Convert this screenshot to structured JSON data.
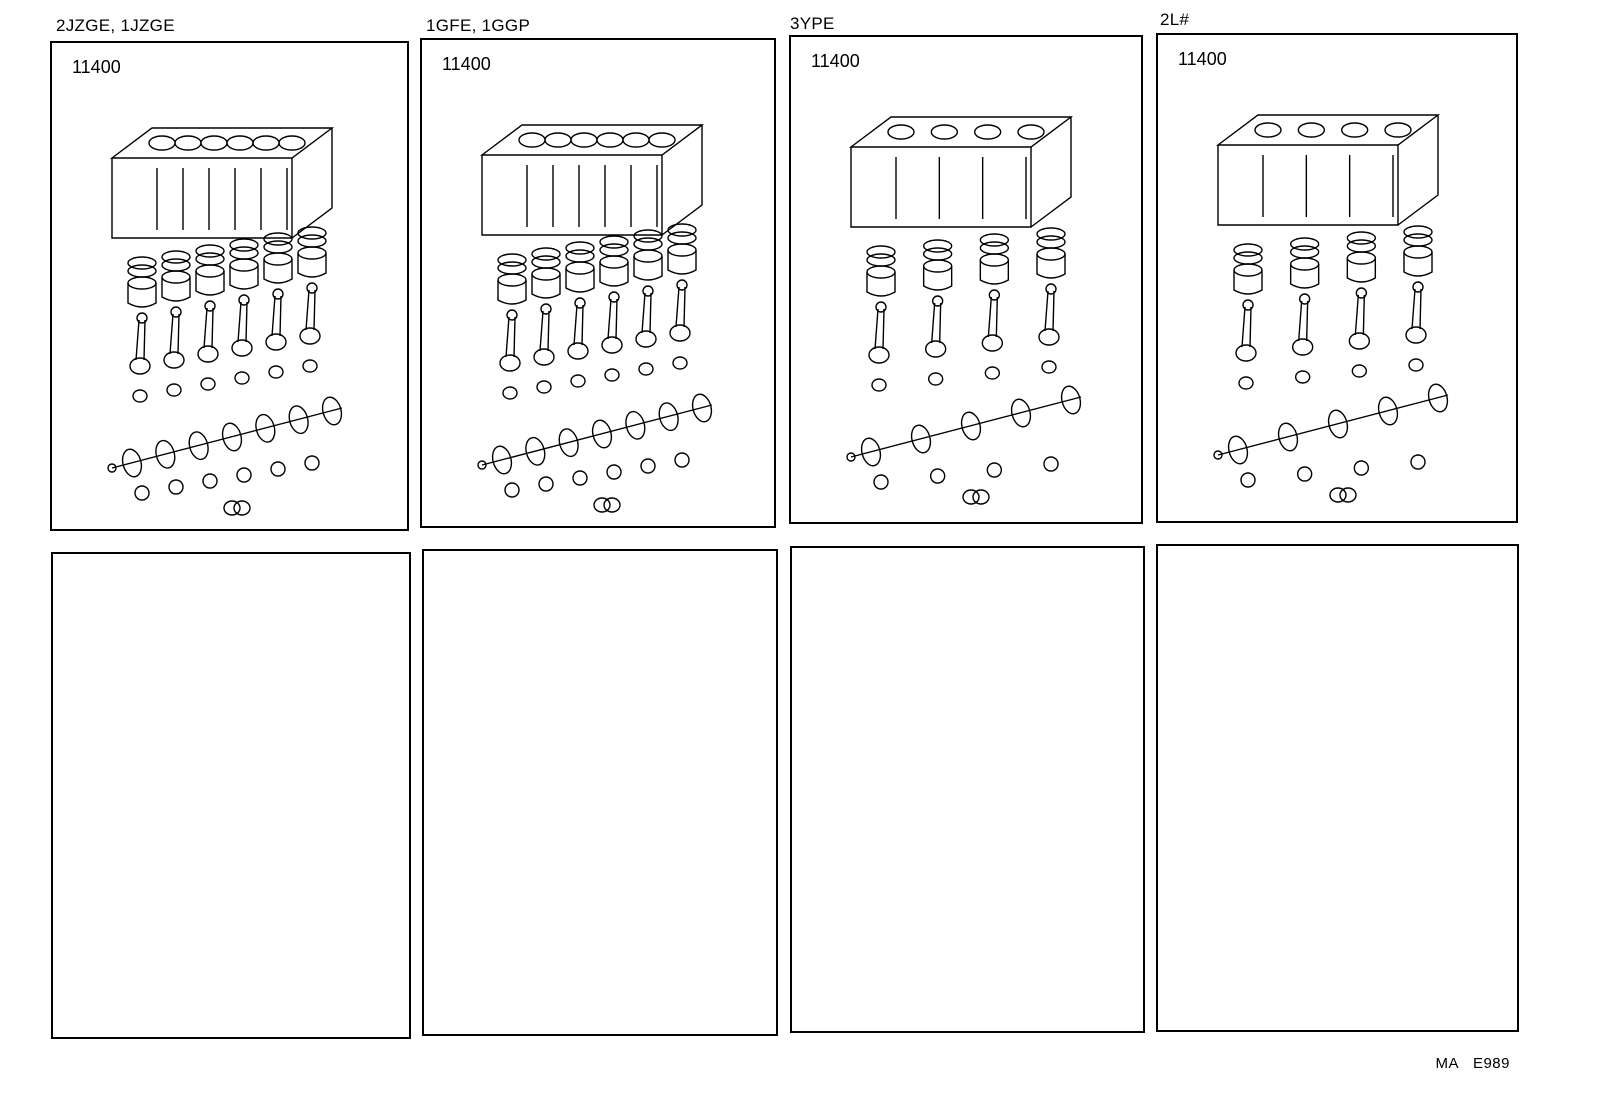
{
  "panels_top": [
    {
      "engine_label": "2JZGE, 1JZGE",
      "part_number": "11400",
      "cylinders": 6
    },
    {
      "engine_label": "1GFE, 1GGP",
      "part_number": "11400",
      "cylinders": 6
    },
    {
      "engine_label": "3YPE",
      "part_number": "11400",
      "cylinders": 4
    },
    {
      "engine_label": "2L#",
      "part_number": "11400",
      "cylinders": 4
    }
  ],
  "panels_bottom": [
    {
      "content": ""
    },
    {
      "content": ""
    },
    {
      "content": ""
    },
    {
      "content": ""
    }
  ],
  "footer": {
    "code_left": "MA",
    "code_right": "E989"
  },
  "colors": {
    "line": "#000000",
    "background": "#ffffff"
  }
}
